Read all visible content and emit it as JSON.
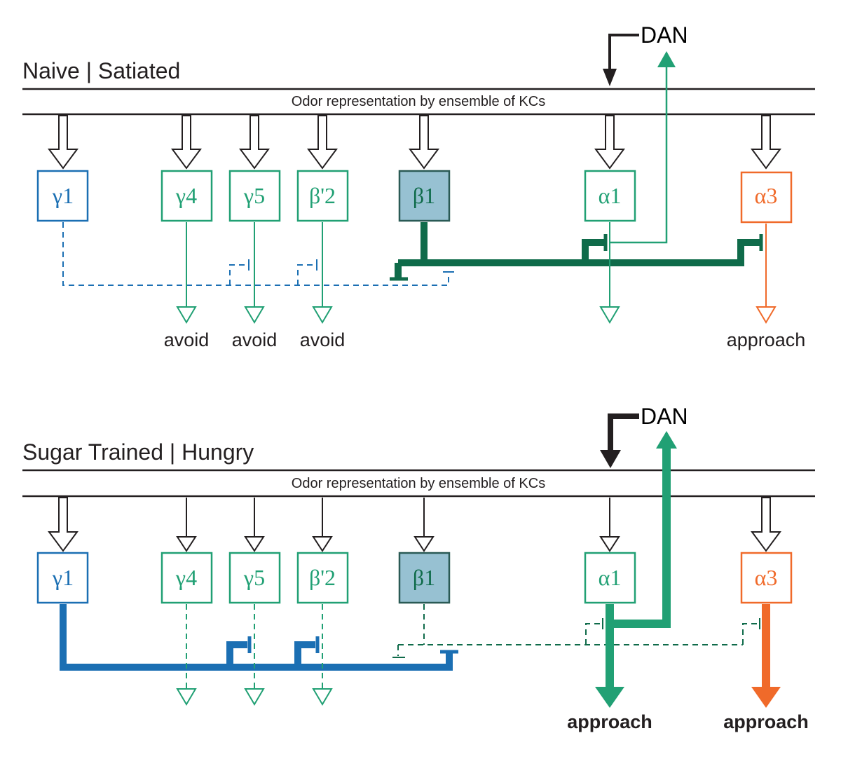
{
  "colors": {
    "gamma1": "#1b6fb3",
    "green": "#21a074",
    "dark_green": "#0f6b4a",
    "alpha3": "#f06a2a",
    "beta1_fill": "#97c1d2",
    "beta1_stroke": "#2a5a55",
    "black": "#231f20"
  },
  "panels": [
    {
      "title": "Naive | Satiated",
      "kc_label": "Odor representation by ensemble of KCs",
      "dan_label": "DAN",
      "compartments": [
        "γ1",
        "γ4",
        "γ5",
        "β'2",
        "β1",
        "α1",
        "α3"
      ],
      "outputs": [
        "avoid",
        "avoid",
        "avoid",
        "approach"
      ]
    },
    {
      "title": "Sugar Trained | Hungry",
      "kc_label": "Odor representation by ensemble of KCs",
      "dan_label": "DAN",
      "compartments": [
        "γ1",
        "γ4",
        "γ5",
        "β'2",
        "β1",
        "α1",
        "α3"
      ],
      "outputs": [
        "approach",
        "approach"
      ]
    }
  ]
}
